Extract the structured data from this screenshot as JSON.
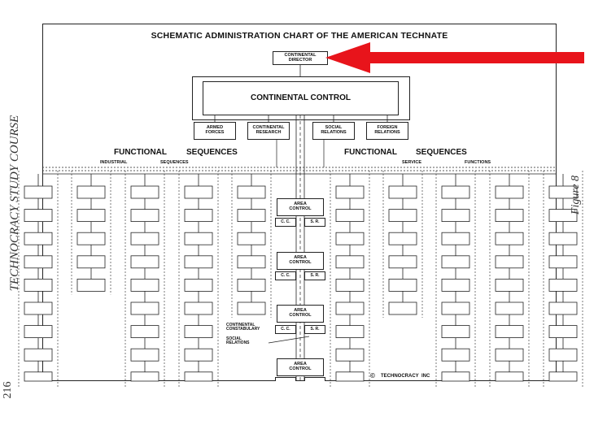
{
  "title": "SCHEMATIC ADMINISTRATION CHART OF THE AMERICAN TECHNATE",
  "director": {
    "label": "CONTINENTAL DIRECTOR"
  },
  "continental_control": {
    "label": "CONTINENTAL CONTROL"
  },
  "departments": [
    {
      "label": "ARMED FORCES"
    },
    {
      "label": "CONTINENTAL RESEARCH"
    },
    {
      "label": "SOCIAL RELATIONS"
    },
    {
      "label": "FOREIGN RELATIONS"
    }
  ],
  "functional_sequences_left": {
    "word1": "FUNCTIONAL",
    "word2": "SEQUENCES",
    "sub1": "INDUSTRIAL",
    "sub2": "SEQUENCES"
  },
  "functional_sequences_right": {
    "word1": "FUNCTIONAL",
    "word2": "SEQUENCES",
    "sub1": "SERVICE",
    "sub2": "FUNCTIONS"
  },
  "area_controls": [
    {
      "label": "AREA CONTROL",
      "left": "C. C.",
      "right": "S. R."
    },
    {
      "label": "AREA CONTROL",
      "left": "C. C.",
      "right": "S. R."
    },
    {
      "label": "AREA CONTROL",
      "left": "C. C.",
      "right": "S. R."
    },
    {
      "label": "AREA CONTROL"
    }
  ],
  "annotations": {
    "cc_line1": "CONTINENTAL",
    "cc_line2": "CONSTABULARY",
    "sr_line1": "SOCIAL",
    "sr_line2": "RELATIONS"
  },
  "copyright": {
    "symbol": "©",
    "owner": "TECHNOCRACY",
    "suffix": "INC"
  },
  "side_text": {
    "left": "TECHNOCRACY STUDY COURSE",
    "right": "Figure 8",
    "page": "216"
  },
  "colors": {
    "arrow": "#e8141b",
    "line": "#222222"
  }
}
